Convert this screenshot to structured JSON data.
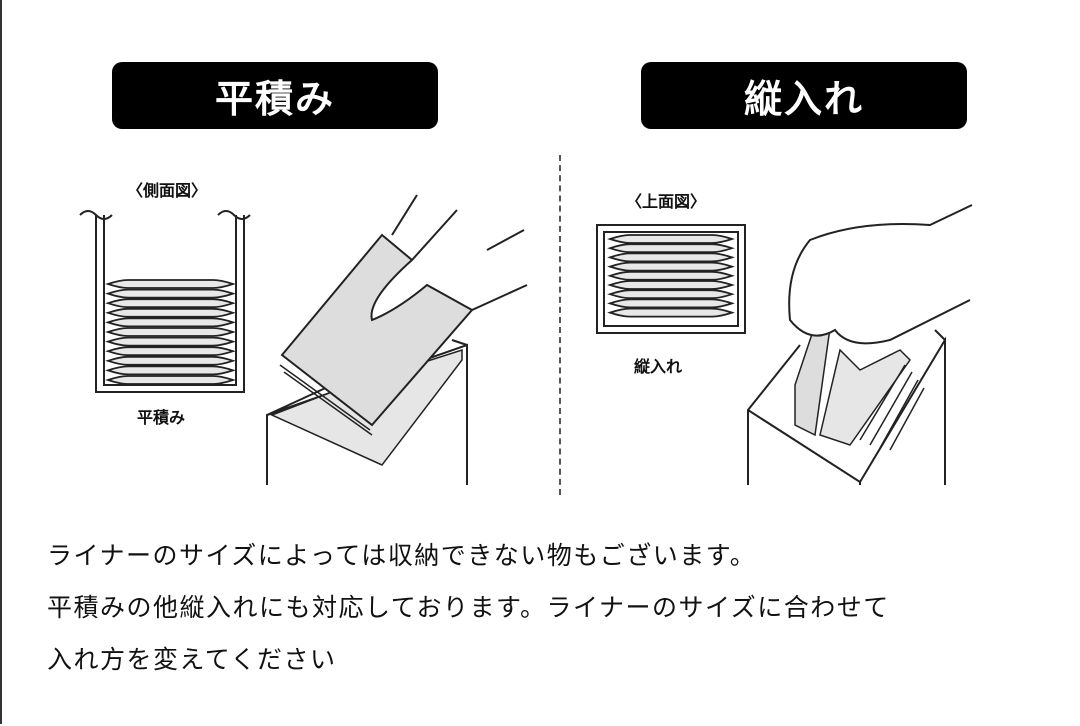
{
  "headers": {
    "flat": "平積み",
    "vertical": "縦入れ"
  },
  "left_panel": {
    "view_label": "〈側面図〉",
    "caption": "平積み"
  },
  "right_panel": {
    "view_label": "〈上面図〉",
    "caption": "縦入れ"
  },
  "notes": [
    "ライナーのサイズによっては収納できない物もございます。",
    "平積みの他縦入れにも対応しております。ライナーのサイズに合わせて",
    "入れ方を変えてください"
  ]
}
